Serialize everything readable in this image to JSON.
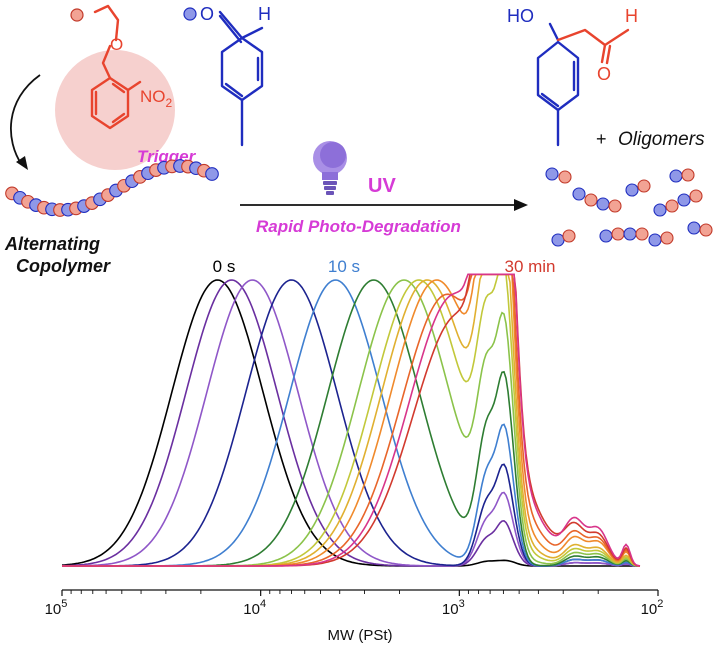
{
  "scheme": {
    "trigger_label": "Trigger",
    "nitro_label": "NO",
    "nitro_sub": "2",
    "aldehyde_H": "H",
    "aldehyde_O": "O",
    "product_HO": "HO",
    "product_O": "O",
    "product_H": "H",
    "plus": "+",
    "oligomers_label": "Oligomers",
    "uv_label": "UV",
    "process_label": "Rapid Photo-Degradation",
    "polymer_label_line1": "Alternating",
    "polymer_label_line2": "Copolymer",
    "colors": {
      "red_monomer": "#e8442e",
      "blue_monomer": "#1f2dbf",
      "magenta_text": "#d63bd6",
      "bulb": "#8d6fd9",
      "arrow": "#111111"
    }
  },
  "chart_data": {
    "type": "line",
    "x_scale": "log",
    "x_reversed": true,
    "xlim": [
      100000,
      100
    ],
    "xlabel": "MW (PSt)",
    "xticks": [
      {
        "value": 100000,
        "base": "10",
        "exp": "5"
      },
      {
        "value": 10000,
        "base": "10",
        "exp": "4"
      },
      {
        "value": 1000,
        "base": "10",
        "exp": "3"
      },
      {
        "value": 100,
        "base": "10",
        "exp": "2"
      }
    ],
    "ylabel": "",
    "grid": false,
    "annotations": [
      {
        "text": "0 s",
        "near_series": 0,
        "color": "#000000"
      },
      {
        "text": "10 s",
        "near_series": 4,
        "color": "#3f7fd0"
      },
      {
        "text": "30 min",
        "near_series": 12,
        "color": "#d23a2e"
      }
    ],
    "series": [
      {
        "color": "#000000",
        "peak_mw": 16500,
        "peak_height": 1.0,
        "shoulder": 0.02,
        "oligomer": 0.0,
        "small": 0.0
      },
      {
        "color": "#6a2fa0",
        "peak_mw": 14000,
        "peak_height": 1.0,
        "shoulder": 0.12,
        "oligomer": 0.04,
        "small": 0.01
      },
      {
        "color": "#8f57c8",
        "peak_mw": 11000,
        "peak_height": 1.0,
        "shoulder": 0.2,
        "oligomer": 0.06,
        "small": 0.01
      },
      {
        "color": "#1c238f",
        "peak_mw": 7000,
        "peak_height": 1.0,
        "shoulder": 0.28,
        "oligomer": 0.08,
        "small": 0.02
      },
      {
        "color": "#3f7fd0",
        "peak_mw": 4200,
        "peak_height": 1.0,
        "shoulder": 0.4,
        "oligomer": 0.1,
        "small": 0.02
      },
      {
        "color": "#2e7d32",
        "peak_mw": 2700,
        "peak_height": 1.0,
        "shoulder": 0.55,
        "oligomer": 0.12,
        "small": 0.03
      },
      {
        "color": "#8bc34a",
        "peak_mw": 1900,
        "peak_height": 1.0,
        "shoulder": 0.65,
        "oligomer": 0.15,
        "small": 0.04
      },
      {
        "color": "#c2c83a",
        "peak_mw": 1600,
        "peak_height": 1.0,
        "shoulder": 0.72,
        "oligomer": 0.18,
        "small": 0.05
      },
      {
        "color": "#e0b030",
        "peak_mw": 1450,
        "peak_height": 1.0,
        "shoulder": 0.8,
        "oligomer": 0.22,
        "small": 0.06
      },
      {
        "color": "#f08a2c",
        "peak_mw": 1300,
        "peak_height": 1.0,
        "shoulder": 0.88,
        "oligomer": 0.3,
        "small": 0.08
      },
      {
        "color": "#e8652a",
        "peak_mw": 1150,
        "peak_height": 0.95,
        "shoulder": 0.9,
        "oligomer": 0.34,
        "small": 0.09
      },
      {
        "color": "#d23a2e",
        "peak_mw": 1000,
        "peak_height": 0.88,
        "shoulder": 0.98,
        "oligomer": 0.38,
        "small": 0.1
      },
      {
        "color": "#d8358a",
        "peak_mw": 1050,
        "peak_height": 0.95,
        "shoulder": 0.97,
        "oligomer": 0.43,
        "small": 0.12
      }
    ]
  }
}
